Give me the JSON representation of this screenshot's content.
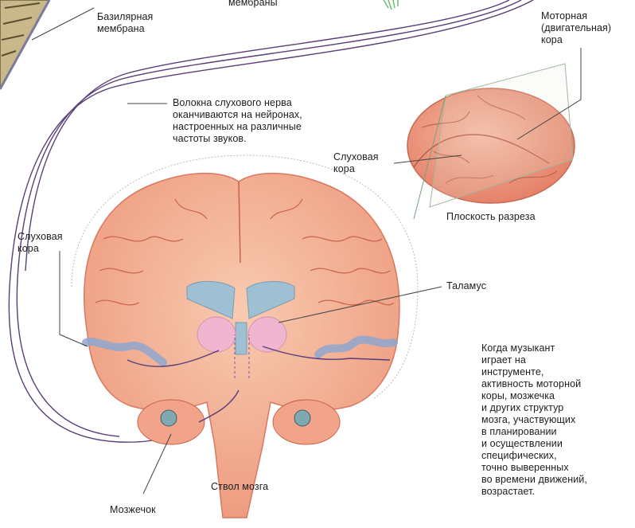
{
  "labels": {
    "basilar_membrane": "Базилярная\nмембрана",
    "membranes_fragment": "мембраны",
    "motor_cortex": "Моторная\n(двигательная)\nкора",
    "nerve_fibers": "Волокна слухового нерва\nоканчиваются на нейронах,\nнастроенных на различные\nчастоты звуков.",
    "auditory_cortex_small": "Слуховая\nкора",
    "section_plane": "Плоскость разреза",
    "auditory_cortex_left": "Слуховая\nкора",
    "thalamus": "Таламус",
    "brainstem": "Ствол мозга",
    "cerebellum": "Мозжечок",
    "musician_note": "Когда музыкант\nиграет на\nинструменте,\nактивность моторной\nкоры, мозжечка\nи других структур\nмозга, участвующих\nв планировании\nи осуществлении\nспецифических,\nточно выверенных\nво времени движений,\nвозрастает."
  },
  "colors": {
    "cortex": "#f2a48a",
    "cortex_dark": "#e07a64",
    "white_matter": "#f7c4a8",
    "ventricle": "#9fbfd2",
    "thalamus": "#f0b6cf",
    "auditory_region": "#8ea6cf",
    "nerve_line": "#5a3e78",
    "leader_line": "#444444"
  }
}
